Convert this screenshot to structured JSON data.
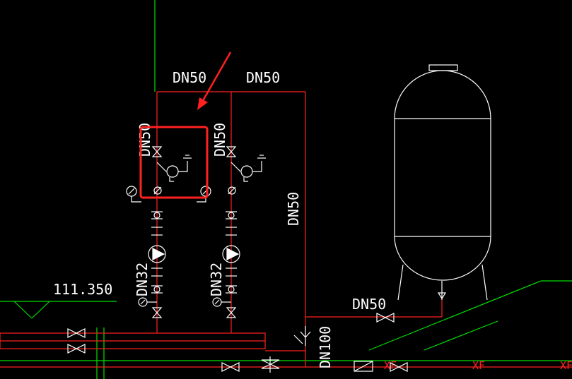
{
  "drawing": {
    "elevation_label": "111.350",
    "pipe_labels": {
      "top_left": "DN50",
      "top_right": "DN50",
      "riser_left": "DN50",
      "riser_right": "DN50",
      "main_riser": "DN50",
      "pump_left": "DN32",
      "pump_right": "DN32",
      "tank_feed": "DN50",
      "outlet": "DN100"
    },
    "pipe_code_1": "XF",
    "pipe_code_2": "XF",
    "pipe_code_3": "XF"
  },
  "colors": {
    "background": "#000000",
    "pipe": "#ff2020",
    "symbol": "#ffffff",
    "green_line": "#00e000",
    "highlight": "#ff2020"
  }
}
